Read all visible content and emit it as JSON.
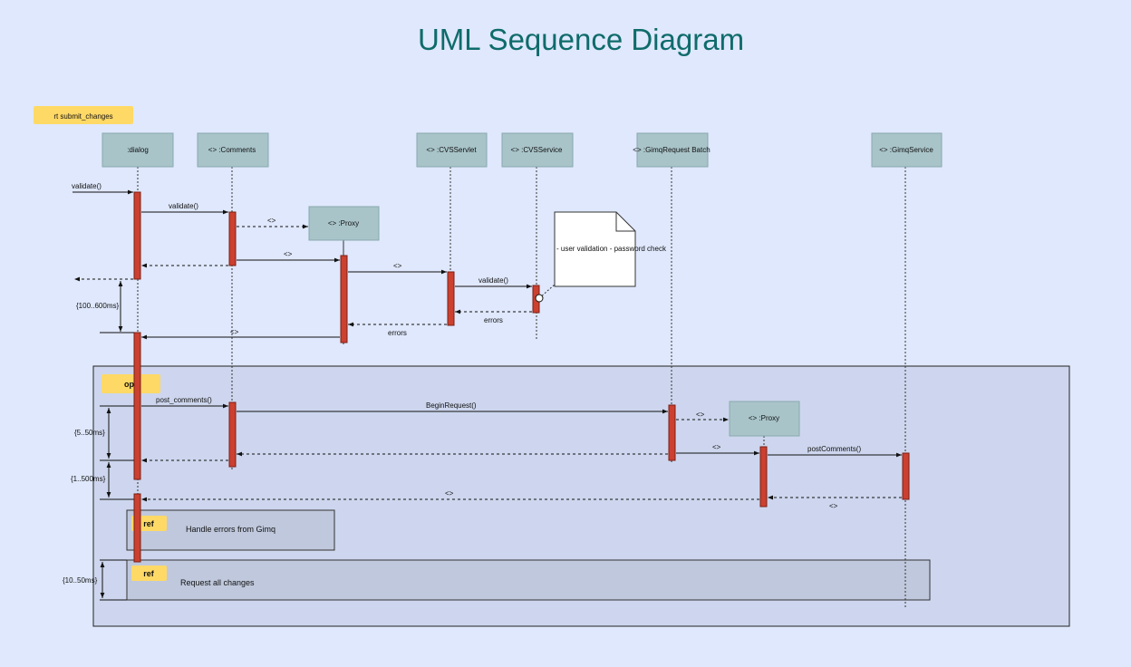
{
  "title": "UML Sequence Diagram",
  "frame_label": "rt submit_changes",
  "opt_label": "opt",
  "lifelines": {
    "dialog": ":dialog",
    "comments": "<> :Comments",
    "proxy1": "<> :Proxy",
    "cvsservlet": "<> :CVSServlet",
    "cvsservice": "<> :CVSService",
    "gimqrequest": "<> :GimqRequest Batch",
    "gimqservice": "<> :GimqService",
    "proxy2": "<> :Proxy"
  },
  "messages": {
    "m1": "validate()",
    "m2": "validate()",
    "m3": "<>",
    "m4": "<>",
    "m5": "<>",
    "m6": "validate()",
    "m7": "errors",
    "m8": "errors",
    "m9": "<>",
    "m10": "post_comments()",
    "m11": "BeginRequest()",
    "m12": "<>",
    "m13": "<>",
    "m14": "postComments()",
    "m15": "<>",
    "m16": "<>"
  },
  "constraints": {
    "c1": "{100..600ms}",
    "c2": "{5..50ms}",
    "c3": "{1..500ms}",
    "c4": "{10..50ms}"
  },
  "note": "- user validation - password check",
  "refs": {
    "ref_label": "ref",
    "r1": "Handle errors from Gimq",
    "r2": "Request all changes"
  }
}
